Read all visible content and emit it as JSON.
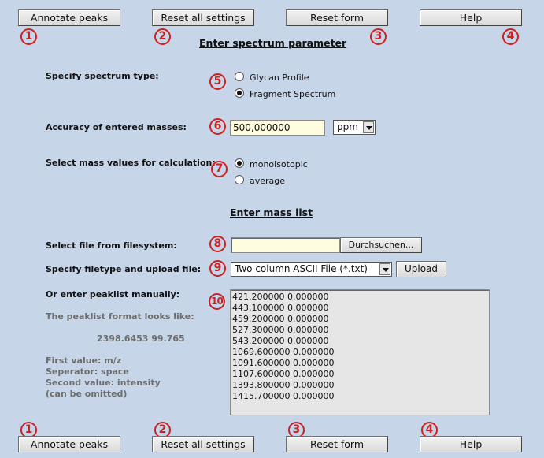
{
  "top_buttons": [
    {
      "label": "Annotate peaks",
      "marker": "1"
    },
    {
      "label": "Reset all settings",
      "marker": "2"
    },
    {
      "label": "Reset form",
      "marker": "3"
    },
    {
      "label": "Help",
      "marker": "4"
    }
  ],
  "bottom_buttons": [
    {
      "label": "Annotate peaks",
      "marker": "1"
    },
    {
      "label": "Reset all settings",
      "marker": "2"
    },
    {
      "label": "Reset form",
      "marker": "3"
    },
    {
      "label": "Help",
      "marker": "4"
    }
  ],
  "section_spectrum": {
    "heading": "Enter spectrum parameter",
    "spectrum_type": {
      "label": "Specify spectrum type:",
      "marker": "5",
      "options": [
        "Glycan Profile",
        "Fragment Spectrum"
      ],
      "selected": "Fragment Spectrum"
    },
    "accuracy": {
      "label": "Accuracy of entered masses:",
      "marker": "6",
      "value": "500,000000",
      "unit": "ppm"
    },
    "mass_values": {
      "label": "Select mass values for calculation:",
      "marker": "7",
      "options": [
        "monoisotopic",
        "average"
      ],
      "selected": "monoisotopic"
    }
  },
  "section_masslist": {
    "heading": "Enter mass list",
    "file_select": {
      "label": "Select file from filesystem:",
      "marker": "8",
      "value": "",
      "browse_label": "Durchsuchen..."
    },
    "filetype": {
      "label": "Specify filetype and upload file:",
      "marker": "9",
      "selected": "Two column ASCII File (*.txt)",
      "upload_label": "Upload"
    },
    "manual": {
      "label": "Or enter peaklist manually:",
      "marker": "10",
      "format_title": "The peaklist format looks like:",
      "format_example": "2398.6453 99.765",
      "format_notes": [
        "First value: m/z",
        "Seperator: space",
        "Second value: intensity",
        "(can be omitted)"
      ],
      "peaks": [
        "421.200000 0.000000",
        "443.100000 0.000000",
        "459.200000 0.000000",
        "527.300000 0.000000",
        "543.200000 0.000000",
        "1069.600000 0.000000",
        "1091.600000 0.000000",
        "1107.600000 0.000000",
        "1393.800000 0.000000",
        "1415.700000 0.000000"
      ]
    }
  },
  "colors": {
    "background": "#c6d5e8",
    "marker": "#cc2222"
  }
}
